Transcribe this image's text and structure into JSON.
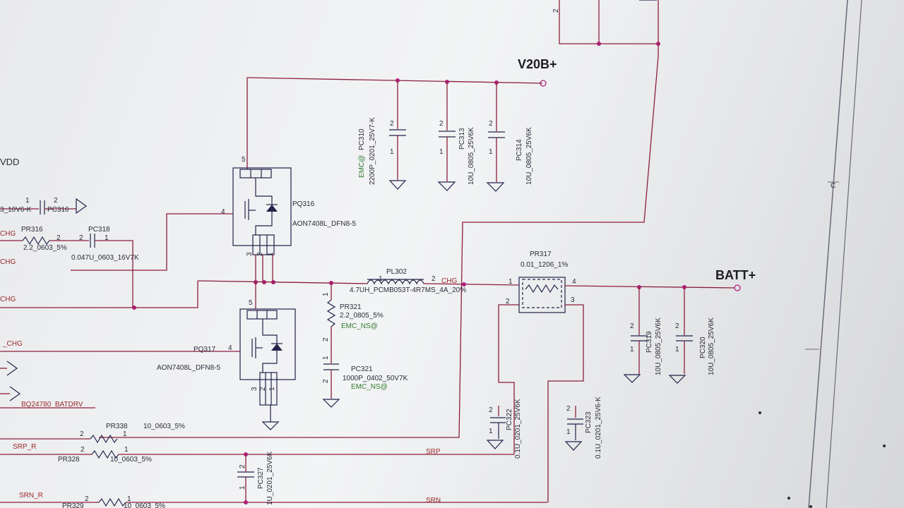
{
  "nets": {
    "v20b": "V20B+",
    "batt": "BATT+",
    "chg": "CHG",
    "srp": "SRP",
    "srn": "SRN",
    "vdd": "VDD",
    "chg_left1": "CHG",
    "chg_left2": "CHG",
    "chg_left3": "CHG",
    "chg_left4": "_CHG",
    "srp_r": "SRP_R",
    "srn_r": "SRN_R",
    "batdrv": "BQ24780_BATDRV"
  },
  "components": {
    "pq316": {
      "ref": "PQ316",
      "value": "AON7408L_DFN8-5"
    },
    "pq317": {
      "ref": "PQ317",
      "value": "AON7408L_DFN8-5"
    },
    "pl302": {
      "ref": "PL302",
      "value": "4.7UH_PCMB053T-4R7MS_4A_20%"
    },
    "pr316": {
      "ref": "PR316",
      "value": "2.2_0603_5%"
    },
    "pc318": {
      "ref": "PC318",
      "value": "0.047U_0603_16V7K"
    },
    "pc316": {
      "ref": "PC316",
      "value": "3_10V6-K"
    },
    "pc310": {
      "ref": "PC310",
      "value": "2200P_0201_25V7-K",
      "prefix": "EMC@"
    },
    "pc313": {
      "ref": "PC313",
      "value": "10U_0805_25V6K"
    },
    "pc314": {
      "ref": "PC314",
      "value": "10U_0805_25V6K"
    },
    "pr321": {
      "ref": "PR321",
      "value": "2.2_0805_5%",
      "tag": "EMC_NS@"
    },
    "pc321": {
      "ref": "PC321",
      "value": "1000P_0402_50V7K",
      "tag": "EMC_NS@"
    },
    "pr317": {
      "ref": "PR317",
      "value": "0.01_1206_1%"
    },
    "pc319": {
      "ref": "PC319",
      "value": "10U_0805_25V6K"
    },
    "pc320": {
      "ref": "PC320",
      "value": "10U_0805_25V6K"
    },
    "pc322": {
      "ref": "PC322",
      "value": "0.1U_0201_25V6K"
    },
    "pc323": {
      "ref": "PC323",
      "value": "0.1U_0201_25V6-K"
    },
    "pc327": {
      "ref": "PC327",
      "value": "1U_0201_25V6K"
    },
    "pr338": {
      "ref": "PR338",
      "value": "10_0603_5%"
    },
    "pr328": {
      "ref": "PR328",
      "value": "10_0603_5%"
    },
    "pr329": {
      "ref": "PR329",
      "value": "10_0603_5%"
    }
  },
  "pins": {
    "p1": "1",
    "p2": "2",
    "p3": "3",
    "p4": "4",
    "p5": "5"
  },
  "border": {
    "zone_c": "C"
  },
  "colors": {
    "wire": "#8a1f3a",
    "junction": "#b0207a",
    "symbol": "#22224a",
    "tag": "#2f7a2f"
  }
}
